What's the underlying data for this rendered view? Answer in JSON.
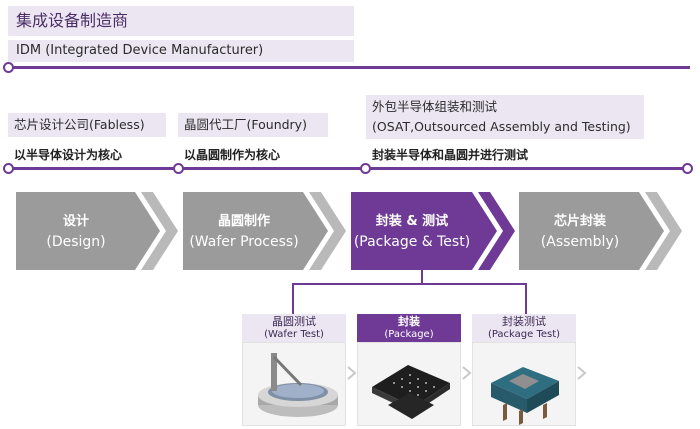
{
  "idm": {
    "title": "集成设备制造商",
    "subtitle": "IDM (Integrated Device Manufacturer)"
  },
  "categories": [
    {
      "label": "芯片设计公司(Fabless)",
      "desc": "以半导体设计为核心"
    },
    {
      "label": "晶圆代工厂(Foundry)",
      "desc": "以晶圆制作为核心"
    },
    {
      "label_line1": "外包半导体组装和测试",
      "label_line2": "(OSAT,Outsourced Assembly and Testing)",
      "desc": "封装半导体和晶圆并进行测试"
    }
  ],
  "steps": [
    {
      "title": "设计",
      "subtitle": "(Design)"
    },
    {
      "title": "晶圆制作",
      "subtitle": "(Wafer Process)"
    },
    {
      "title": "封装 & 测试",
      "subtitle": "(Package & Test)"
    },
    {
      "title": "芯片封装",
      "subtitle": "(Assembly)"
    }
  ],
  "substeps": [
    {
      "title": "晶圆测试",
      "subtitle": "(Wafer Test)"
    },
    {
      "title": "封装",
      "subtitle": "(Package)"
    },
    {
      "title": "封装测试",
      "subtitle": "(Package Test)"
    }
  ],
  "colors": {
    "purple": "#6e3a96",
    "lavender": "#ece6f2",
    "gray": "#9b9b9b"
  }
}
